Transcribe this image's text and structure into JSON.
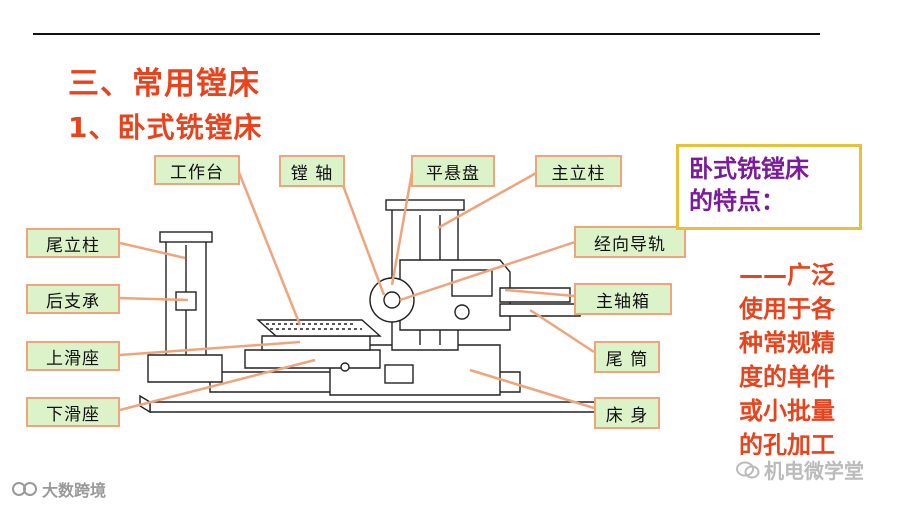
{
  "heading": {
    "section_title": "三、常用镗床",
    "subtitle": "1、卧式铣镗床"
  },
  "labels": {
    "worktable": "工作台",
    "boring_spindle": "镗 轴",
    "facing_head": "平悬盘",
    "main_column": "主立柱",
    "tail_column": "尾立柱",
    "radial_guide": "经向导轨",
    "rear_support": "后支承",
    "headstock": "主轴箱",
    "upper_slide": "上滑座",
    "tailstock_sleeve": "尾 筒",
    "lower_slide": "下滑座",
    "bed": "床 身"
  },
  "features": {
    "heading_line1": "卧式铣镗床",
    "heading_line2": "的特点：",
    "desc_lines": [
      "——广泛",
      "使用于各",
      "种常规精",
      "度的单件",
      "或小批量",
      "的孔加工"
    ]
  },
  "watermarks": {
    "left": "大数跨境",
    "right": "机电微学堂"
  },
  "colors": {
    "title": "#e8431c",
    "label_fill": "#dcf2c9",
    "label_border": "#f0a47c",
    "feature_text": "#7a1a9c",
    "feature_border": "#e5c23a",
    "leader_line": "#f0a47c"
  }
}
